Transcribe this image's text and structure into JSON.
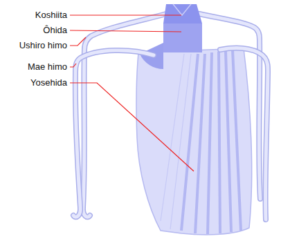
{
  "diagram": {
    "labels": [
      "Koshiita",
      "Ôhida",
      "Ushiro himo",
      "Mae himo",
      "Yosehida"
    ]
  }
}
